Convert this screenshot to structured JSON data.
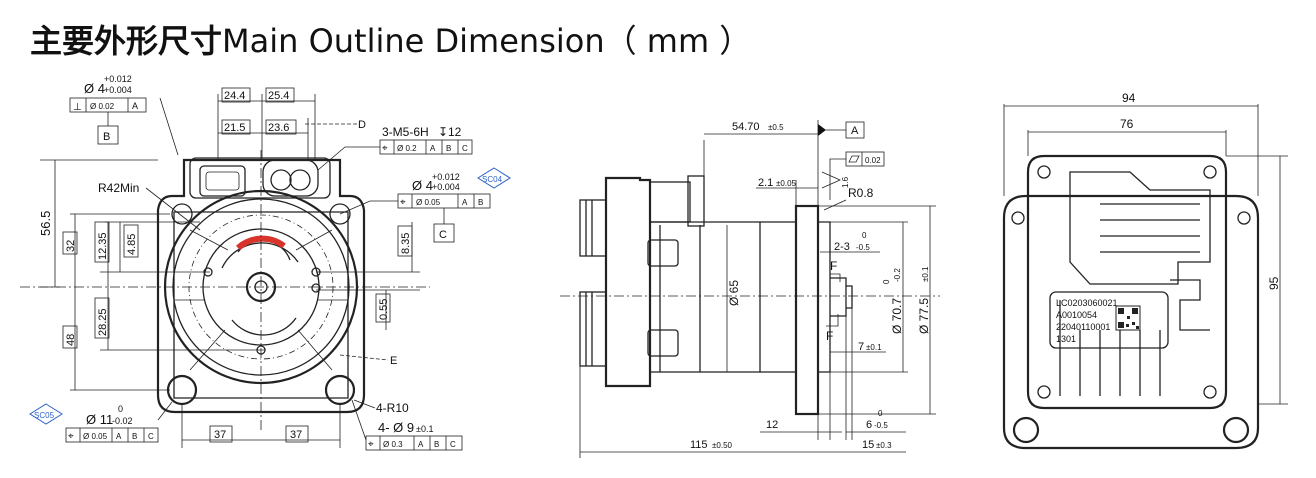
{
  "title": {
    "zh": "主要外形尺寸",
    "en": "Main Outline Dimension（ mm ）"
  },
  "front_view": {
    "hole_dia": "Ø 4",
    "hole_tol_upper": "+0.012",
    "hole_tol_lower": "+0.004",
    "perp_frame": [
      "⊥",
      "Ø 0.02",
      "A"
    ],
    "datum_b": "B",
    "dim_24_4": "24.4",
    "dim_25_4": "25.4",
    "dim_21_5": "21.5",
    "dim_23_6": "23.6",
    "label_d": "D",
    "thread": "3-M5-6H",
    "thread_depth": "12",
    "thread_frame": [
      "⌖",
      "Ø 0.2",
      "A",
      "B",
      "C"
    ],
    "r42": "R42Min",
    "sc04": "SC04",
    "hole2_dia": "Ø 4",
    "hole2_tol_upper": "+0.012",
    "hole2_tol_lower": "+0.004",
    "hole2_frame": [
      "⌖",
      "Ø 0.05",
      "A",
      "B"
    ],
    "datum_c": "C",
    "dim_56_5": "56.5",
    "dim_32": "32",
    "dim_12_35": "12.35",
    "dim_4_85": "4.85",
    "dim_8_35": "8.35",
    "dim_0_55": "0.55",
    "dim_28_25": "28.25",
    "dim_48": "48",
    "label_e": "E",
    "r10": "4-R10",
    "sc05": "SC05",
    "bore_dia": "Ø 11",
    "bore_tol_upper": "0",
    "bore_tol_lower": "-0.02",
    "bore_frame": [
      "⌖",
      "Ø 0.05",
      "A",
      "B",
      "C"
    ],
    "dim_37_left": "37",
    "dim_37_right": "37",
    "holes4_dia": "4- Ø 9",
    "holes4_tol": "±0.1",
    "holes4_frame": [
      "⌖",
      "Ø 0.3",
      "A",
      "B",
      "C"
    ]
  },
  "side_view": {
    "dim_54_70": "54.70",
    "dim_54_70_tol": "±0.5",
    "datum_a": "A",
    "flatness": "0.02",
    "dim_1_6": "1.6",
    "dim_2_1": "2.1",
    "dim_2_1_tol": "±0.05",
    "r0_8": "R0.8",
    "dim_2_3": "2-3",
    "dim_2_3_upper": "0",
    "dim_2_3_lower": "-0.5",
    "dia_65": "Ø 65",
    "dia_70_7": "Ø 70.7",
    "dia_70_7_upper": "0",
    "dia_70_7_lower": "-0.2",
    "dia_77_5": "Ø 77.5",
    "dia_77_5_tol": "±0.1",
    "label_f_top": "F",
    "label_f_bottom": "F",
    "dim_7": "7",
    "dim_7_tol": "±0.1",
    "dim_12": "12",
    "dim_6": "6",
    "dim_6_upper": "0",
    "dim_6_lower": "-0.5",
    "dim_115": "115",
    "dim_115_tol": "±0.50",
    "dim_15": "15",
    "dim_15_tol": "±0.3"
  },
  "rear_view": {
    "dim_94": "94",
    "dim_76": "76",
    "dim_95": "95",
    "label_line1": "LC0203060021",
    "label_line2": "A0010054",
    "label_line3": "22040110001",
    "label_line4": "1301"
  },
  "colors": {
    "line": "#222222",
    "accent_red": "#d9342b",
    "sc_tag": "#2d63c8"
  }
}
